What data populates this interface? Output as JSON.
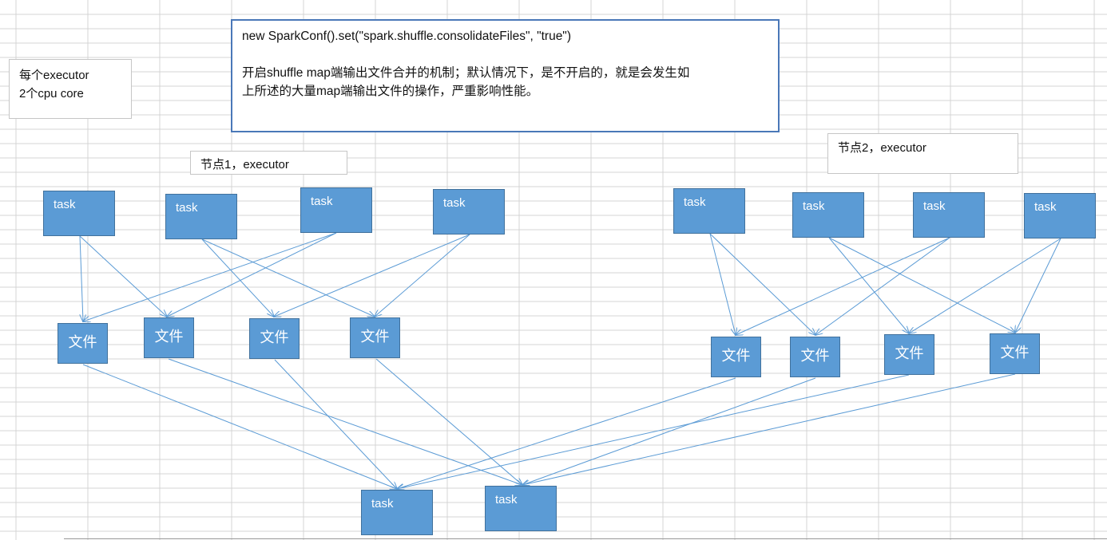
{
  "notes": {
    "executor_info": {
      "line1": "每个executor",
      "line2": "2个cpu core"
    },
    "config": {
      "code": "new SparkConf().set(\"spark.shuffle.consolidateFiles\", \"true\")",
      "desc_line1": "开启shuffle map端输出文件合并的机制；默认情况下，是不开启的，就是会发生如",
      "desc_line2": "上所述的大量map端输出文件的操作，严重影响性能。"
    },
    "node1": "节点1，executor",
    "node2": "节点2，executor"
  },
  "node1": {
    "tasks": [
      "task",
      "task",
      "task",
      "task"
    ],
    "files": [
      "文件",
      "文件",
      "文件",
      "文件"
    ]
  },
  "node2": {
    "tasks": [
      "task",
      "task",
      "task",
      "task"
    ],
    "files": [
      "文件",
      "文件",
      "文件",
      "文件"
    ]
  },
  "reduce_tasks": [
    "task",
    "task"
  ],
  "colors": {
    "box_fill": "#5b9bd5",
    "box_border": "#41719c",
    "arrow": "#5b9bd5",
    "grid": "#d4d4d4"
  }
}
